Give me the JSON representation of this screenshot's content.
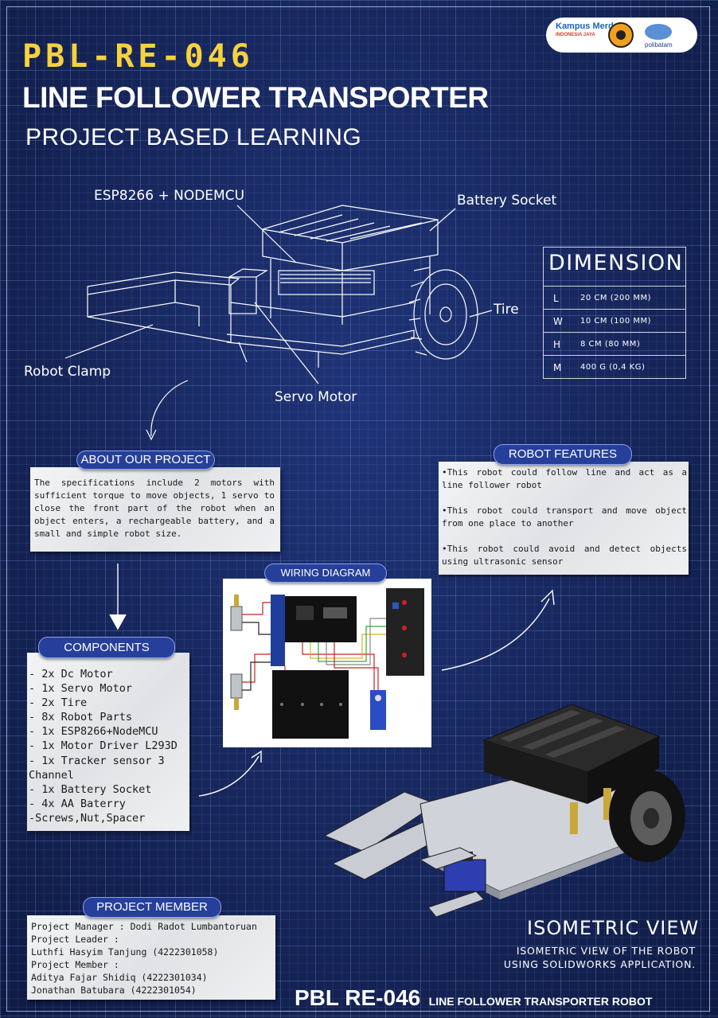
{
  "header": {
    "code": "PBL-RE-046",
    "title": "LINE FOLLOWER TRANSPORTER",
    "subtitle": "PROJECT BASED LEARNING",
    "logos": {
      "kampus_merdeka": "Kampus Merdeka",
      "polibatam": "polibatam"
    }
  },
  "callouts": {
    "esp": "ESP8266 + NODEMCU",
    "battery": "Battery Socket",
    "tire": "Tire",
    "clamp": "Robot Clamp",
    "servo": "Servo Motor"
  },
  "dimension": {
    "title": "DIMENSION",
    "rows": [
      {
        "key": "L",
        "value": "20 CM (200 MM)"
      },
      {
        "key": "W",
        "value": "10 CM (100 MM)"
      },
      {
        "key": "H",
        "value": "8 CM (80 MM)"
      },
      {
        "key": "M",
        "value": "400 G (0,4 KG)"
      }
    ]
  },
  "about": {
    "label": "ABOUT OUR PROJECT",
    "text": "The specifications include 2 motors with sufficient torque to move objects, 1 servo to close the front part of the robot when an object enters, a rechargeable battery, and a small and simple robot size."
  },
  "features": {
    "label": "ROBOT FEATURES",
    "items": [
      "•This robot could follow line and act as a line follower robot",
      "•This robot could transport and move object from one place to another",
      "•This robot could avoid and detect objects using ultrasonic sensor"
    ]
  },
  "wiring": {
    "label": "WIRING DIAGRAM"
  },
  "components": {
    "label": "COMPONENTS",
    "items": [
      "- 2x Dc Motor",
      "- 1x Servo Motor",
      "- 2x Tire",
      "- 8x Robot Parts",
      "- 1x ESP8266+NodeMCU",
      "- 1x Motor Driver L293D",
      "- 1x Tracker sensor 3",
      "Channel",
      "- 1x Battery Socket",
      "- 4x AA Baterry",
      "-Screws,Nut,Spacer"
    ]
  },
  "members": {
    "label": "PROJECT MEMBER",
    "lines": [
      "Project Manager : Dodi Radot Lumbantoruan",
      "Project Leader :",
      "Luthfi Hasyim Tanjung (4222301058)",
      "Project Member :",
      "Aditya Fajar Shidiq (4222301034)",
      "Jonathan Batubara (4222301054)"
    ]
  },
  "isometric": {
    "title": "ISOMETRIC VIEW",
    "desc_line1": "ISOMETRIC VIEW OF THE ROBOT",
    "desc_line2": "USING SOLIDWORKS APPLICATION."
  },
  "footer": {
    "code": "PBL RE-046",
    "name": "LINE FOLLOWER TRANSPORTER ROBOT"
  },
  "colors": {
    "background": "#15255a",
    "accent_yellow": "#f6d23c",
    "pill_blue": "#263f9a",
    "paper": "#eceef0"
  }
}
